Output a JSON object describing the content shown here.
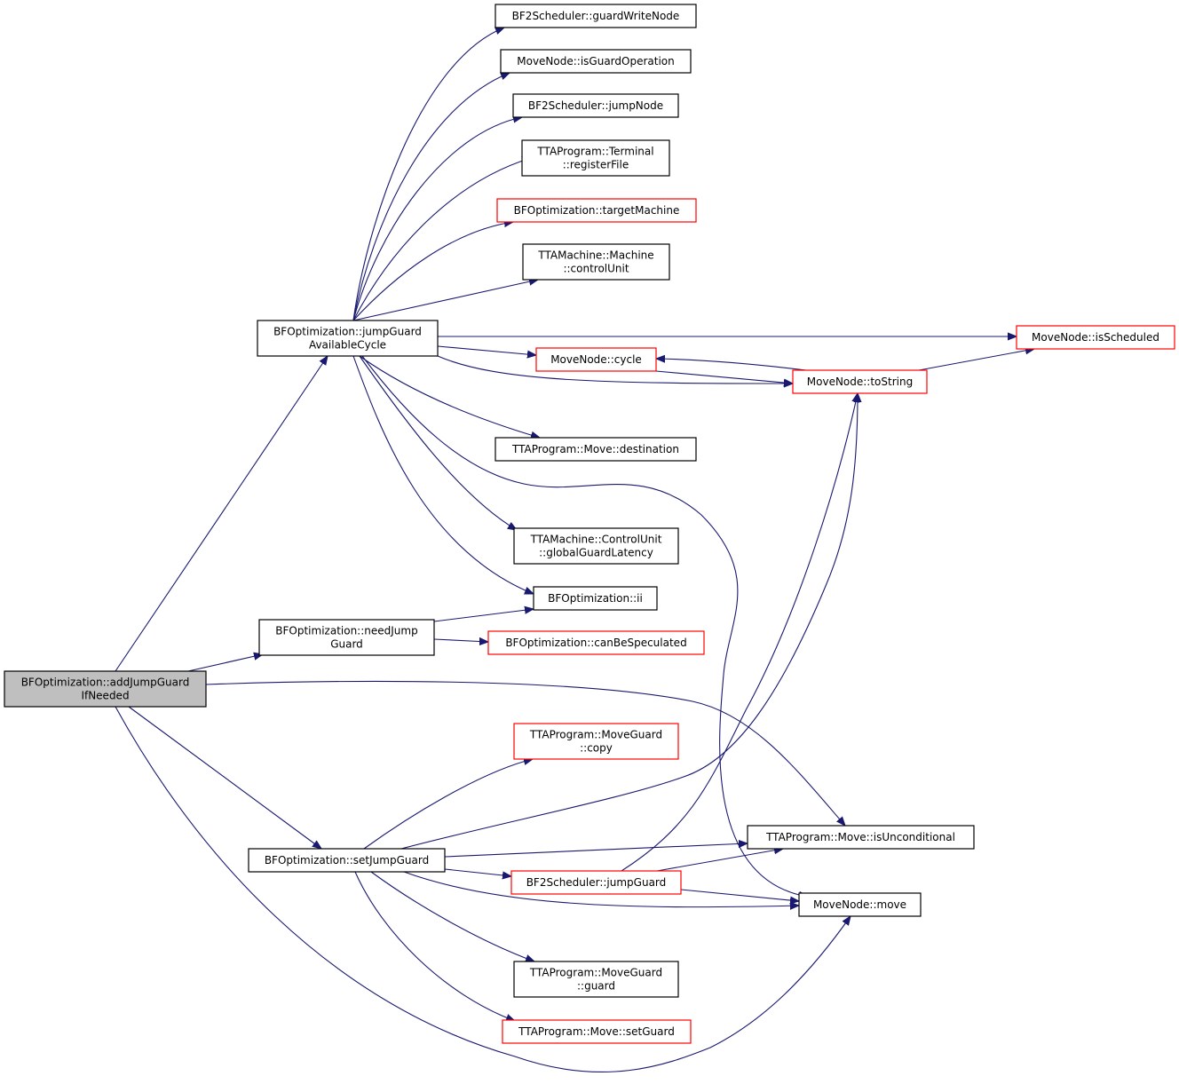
{
  "diagram": {
    "colors": {
      "edge": "#191970",
      "node_border": "#000000",
      "node_border_truncated": "#ff0000",
      "root_fill": "#bfbfbf",
      "node_fill": "#ffffff"
    },
    "nodes": [
      {
        "id": "root",
        "lines": [
          "BFOptimization::addJumpGuard",
          "IfNeeded"
        ],
        "style": "root"
      },
      {
        "id": "jgac",
        "lines": [
          "BFOptimization::jumpGuard",
          "AvailableCycle"
        ],
        "style": "normal"
      },
      {
        "id": "njg",
        "lines": [
          "BFOptimization::needJump",
          "Guard"
        ],
        "style": "normal"
      },
      {
        "id": "sjg",
        "lines": [
          "BFOptimization::setJumpGuard"
        ],
        "style": "normal"
      },
      {
        "id": "gwn",
        "lines": [
          "BF2Scheduler::guardWriteNode"
        ],
        "style": "normal"
      },
      {
        "id": "igo",
        "lines": [
          "MoveNode::isGuardOperation"
        ],
        "style": "normal"
      },
      {
        "id": "jn",
        "lines": [
          "BF2Scheduler::jumpNode"
        ],
        "style": "normal"
      },
      {
        "id": "trf",
        "lines": [
          "TTAProgram::Terminal",
          "::registerFile"
        ],
        "style": "normal"
      },
      {
        "id": "tm",
        "lines": [
          "BFOptimization::targetMachine"
        ],
        "style": "truncated"
      },
      {
        "id": "cu",
        "lines": [
          "TTAMachine::Machine",
          "::controlUnit"
        ],
        "style": "normal"
      },
      {
        "id": "isch",
        "lines": [
          "MoveNode::isScheduled"
        ],
        "style": "truncated"
      },
      {
        "id": "cyc",
        "lines": [
          "MoveNode::cycle"
        ],
        "style": "truncated"
      },
      {
        "id": "tostr",
        "lines": [
          "MoveNode::toString"
        ],
        "style": "truncated"
      },
      {
        "id": "dest",
        "lines": [
          "TTAProgram::Move::destination"
        ],
        "style": "normal"
      },
      {
        "id": "ggl",
        "lines": [
          "TTAMachine::ControlUnit",
          "::globalGuardLatency"
        ],
        "style": "normal"
      },
      {
        "id": "ii",
        "lines": [
          "BFOptimization::ii"
        ],
        "style": "normal"
      },
      {
        "id": "cbs",
        "lines": [
          "BFOptimization::canBeSpeculated"
        ],
        "style": "truncated"
      },
      {
        "id": "mgc",
        "lines": [
          "TTAProgram::MoveGuard",
          "::copy"
        ],
        "style": "truncated"
      },
      {
        "id": "isu",
        "lines": [
          "TTAProgram::Move::isUnconditional"
        ],
        "style": "normal"
      },
      {
        "id": "bjg",
        "lines": [
          "BF2Scheduler::jumpGuard"
        ],
        "style": "truncated"
      },
      {
        "id": "mv",
        "lines": [
          "MoveNode::move"
        ],
        "style": "normal"
      },
      {
        "id": "mgg",
        "lines": [
          "TTAProgram::MoveGuard",
          "::guard"
        ],
        "style": "normal"
      },
      {
        "id": "sg",
        "lines": [
          "TTAProgram::Move::setGuard"
        ],
        "style": "truncated"
      }
    ],
    "edges": [
      [
        "root",
        "jgac"
      ],
      [
        "root",
        "njg"
      ],
      [
        "root",
        "isu"
      ],
      [
        "root",
        "sjg"
      ],
      [
        "root",
        "mv"
      ],
      [
        "jgac",
        "gwn"
      ],
      [
        "jgac",
        "igo"
      ],
      [
        "jgac",
        "jn"
      ],
      [
        "jgac",
        "trf"
      ],
      [
        "jgac",
        "tm"
      ],
      [
        "jgac",
        "cu"
      ],
      [
        "jgac",
        "isch"
      ],
      [
        "jgac",
        "cyc"
      ],
      [
        "jgac",
        "tostr"
      ],
      [
        "jgac",
        "dest"
      ],
      [
        "jgac",
        "ggl"
      ],
      [
        "jgac",
        "ii"
      ],
      [
        "jgac",
        "mv"
      ],
      [
        "cyc",
        "tostr"
      ],
      [
        "tostr",
        "cyc"
      ],
      [
        "tostr",
        "isch"
      ],
      [
        "njg",
        "ii"
      ],
      [
        "njg",
        "cbs"
      ],
      [
        "sjg",
        "mgc"
      ],
      [
        "sjg",
        "tostr"
      ],
      [
        "sjg",
        "isu"
      ],
      [
        "sjg",
        "bjg"
      ],
      [
        "sjg",
        "mv"
      ],
      [
        "sjg",
        "mgg"
      ],
      [
        "sjg",
        "sg"
      ],
      [
        "bjg",
        "tostr"
      ],
      [
        "bjg",
        "isu"
      ],
      [
        "bjg",
        "mv"
      ]
    ]
  }
}
